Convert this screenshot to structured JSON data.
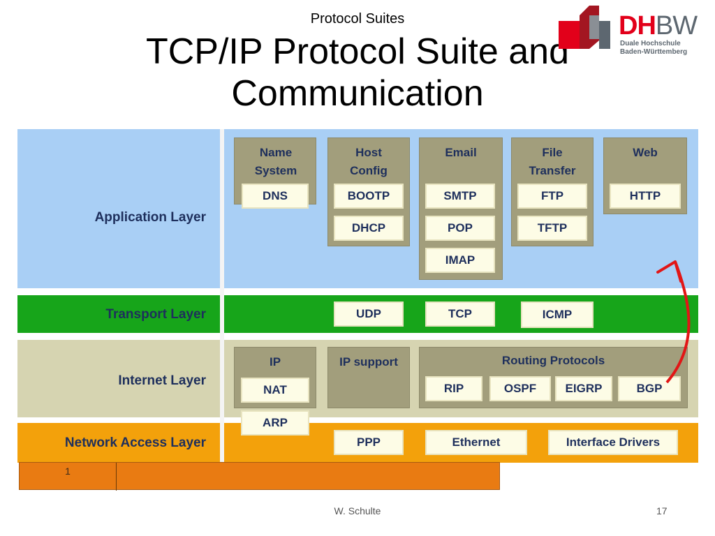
{
  "header": {
    "subtitle": "Protocol Suites",
    "title": "TCP/IP Protocol Suite and Communication"
  },
  "logo": {
    "dh": "DH",
    "bw": "BW",
    "line1": "Duale Hochschule",
    "line2": "Baden-Württemberg",
    "colors": {
      "red": "#e2001a",
      "gray": "#5d6770"
    }
  },
  "layers": {
    "application": "Application Layer",
    "transport": "Transport Layer",
    "internet": "Internet Layer",
    "network": "Network Access Layer"
  },
  "application_groups": [
    {
      "label": "Name System",
      "protocols": [
        "DNS"
      ]
    },
    {
      "label": "Host Config",
      "protocols": [
        "BOOTP",
        "DHCP"
      ]
    },
    {
      "label": "Email",
      "protocols": [
        "SMTP",
        "POP",
        "IMAP"
      ]
    },
    {
      "label": "File Transfer",
      "protocols": [
        "FTP",
        "TFTP"
      ]
    },
    {
      "label": "Web",
      "protocols": [
        "HTTP"
      ]
    }
  ],
  "transport_protocols": [
    "UDP",
    "TCP",
    "ICMP"
  ],
  "internet": {
    "ip_group": {
      "label": "IP",
      "protocols": [
        "NAT",
        "ARP"
      ]
    },
    "ip_support": "IP support",
    "routing": {
      "label": "Routing Protocols",
      "protocols": [
        "RIP",
        "OSPF",
        "EIGRP",
        "BGP"
      ]
    }
  },
  "network_protocols": [
    "PPP",
    "Ethernet",
    "Interface Drivers"
  ],
  "table_strip": {
    "cell": "1"
  },
  "footer": {
    "author": "W. Schulte",
    "page": "17"
  }
}
